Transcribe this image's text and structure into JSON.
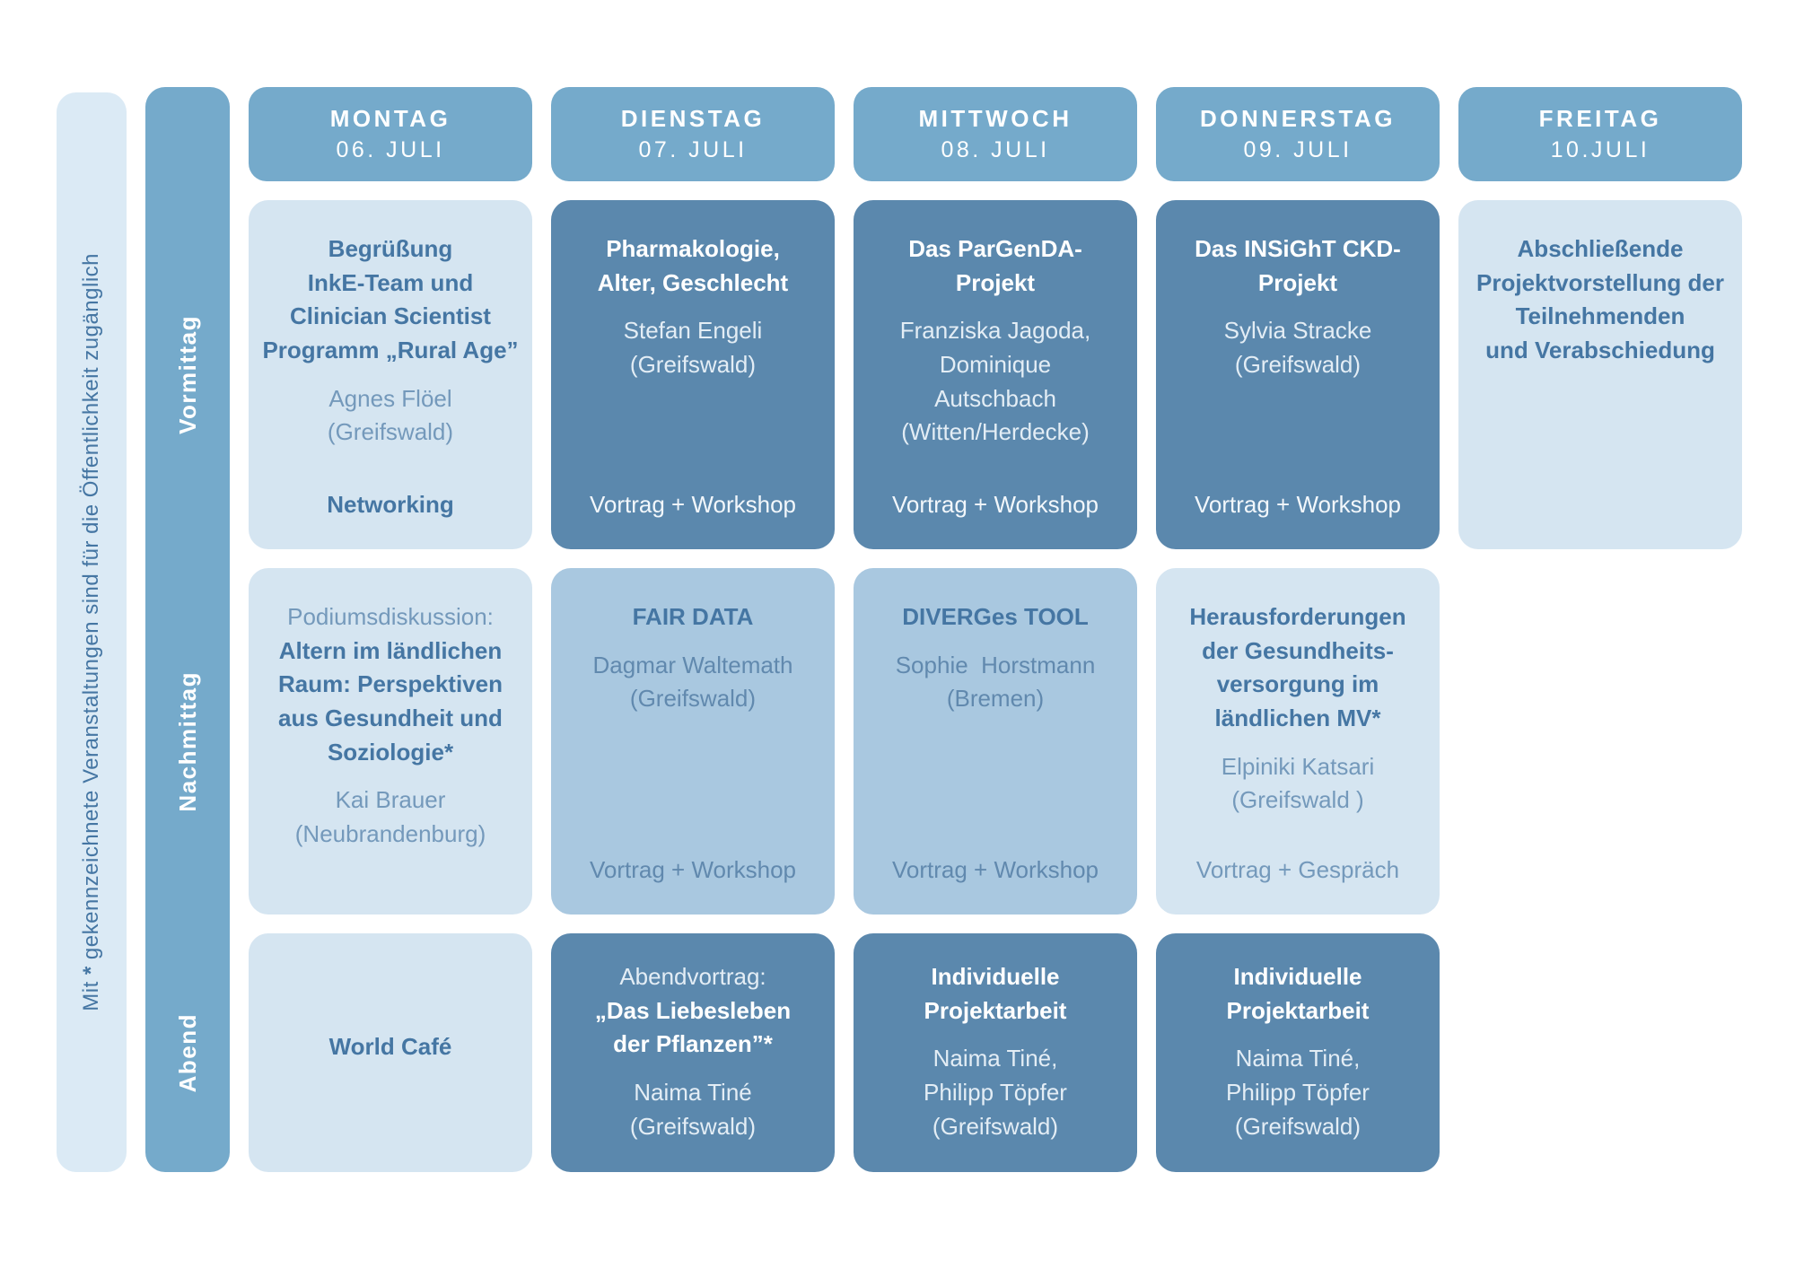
{
  "colors": {
    "header_bg": "#75aacb",
    "dark_bg": "#5b88ad",
    "medium_bg": "#a9c8e0",
    "light_bg": "#d5e5f1",
    "note_bg": "#dbeaf5",
    "ink_strong": "#4576a3",
    "ink_soft": "#7499bb",
    "ink_med": "#6189ae"
  },
  "note": {
    "prefix": "Mit ",
    "star": "*",
    "suffix": " gekennzeichnete Veranstaltungen sind für die Öffentlichkeit zugänglich"
  },
  "time_slots": {
    "morning": "Vormittag",
    "afternoon": "Nachmittag",
    "evening": "Abend"
  },
  "days": [
    {
      "name": "MONTAG",
      "date": "06. JULI"
    },
    {
      "name": "DIENSTAG",
      "date": "07. JULI"
    },
    {
      "name": "MITTWOCH",
      "date": "08. JULI"
    },
    {
      "name": "DONNERSTAG",
      "date": "09. JULI"
    },
    {
      "name": "FREITAG",
      "date": "10.JULI"
    }
  ],
  "cells": {
    "mo_vormittag": {
      "title": "Begrüßung\nInkE-Team und\nClinician Scientist\nProgramm „Rural Age”",
      "body": "Agnes Flöel\n(Greifswald)",
      "footer": "Networking"
    },
    "di_vormittag": {
      "title": "Pharmakologie,\nAlter, Geschlecht",
      "body": "Stefan Engeli\n(Greifswald)",
      "footer": "Vortrag + Workshop"
    },
    "mi_vormittag": {
      "title": "Das ParGenDA-\nProjekt",
      "body": "Franziska Jagoda,\nDominique\nAutschbach\n(Witten/Herdecke)",
      "footer": "Vortrag + Workshop"
    },
    "do_vormittag": {
      "title": "Das INSiGhT CKD-\nProjekt",
      "body": "Sylvia Stracke\n(Greifswald)",
      "footer": "Vortrag + Workshop"
    },
    "fr_vormittag": {
      "title": "Abschließende\nProjektvorstellung der\nTeilnehmenden\nund Verabschiedung"
    },
    "mo_nachmittag": {
      "pre": "Podiumsdiskussion:",
      "title": "Altern im ländlichen\nRaum: Perspektiven\naus Gesundheit und\nSoziologie*",
      "body": "Kai Brauer\n(Neubrandenburg)"
    },
    "di_nachmittag": {
      "title": "FAIR DATA",
      "body": "Dagmar Waltemath\n(Greifswald)",
      "footer": "Vortrag + Workshop"
    },
    "mi_nachmittag": {
      "title": "DIVERGes TOOL",
      "body": "Sophie  Horstmann\n(Bremen)",
      "footer": "Vortrag + Workshop"
    },
    "do_nachmittag": {
      "title": "Herausforderungen\nder Gesundheits-\nversorgung im\nländlichen MV*",
      "body": "Elpiniki Katsari\n(Greifswald )",
      "footer": "Vortrag + Gespräch"
    },
    "mo_abend": {
      "title": "World Café"
    },
    "di_abend": {
      "pre": "Abendvortrag:",
      "title": "„Das Liebesleben\nder Pflanzen”*",
      "body": "Naima Tiné\n(Greifswald)"
    },
    "mi_abend": {
      "title": "Individuelle\nProjektarbeit",
      "body": "Naima Tiné,\nPhilipp Töpfer\n(Greifswald)"
    },
    "do_abend": {
      "title": "Individuelle\nProjektarbeit",
      "body": "Naima Tiné,\nPhilipp Töpfer\n(Greifswald)"
    }
  }
}
